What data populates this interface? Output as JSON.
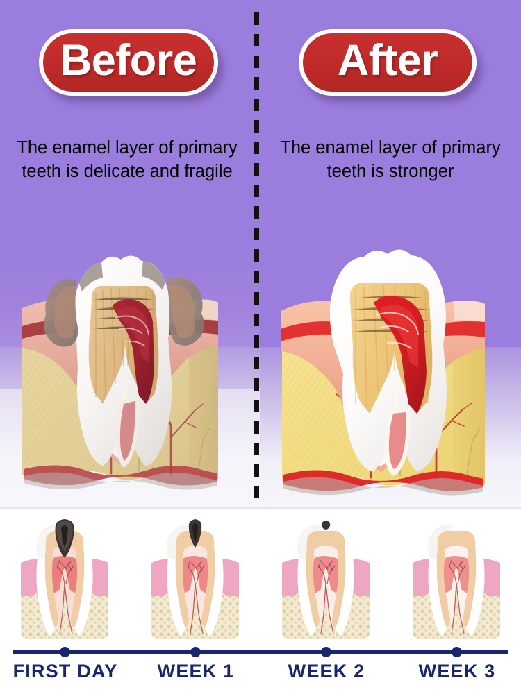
{
  "colors": {
    "background_purple": "#9A7DDD",
    "badge_red": "#BF2A29",
    "badge_border": "#FFFFFF",
    "caption_text": "#000000",
    "timeline_navy": "#17266F",
    "strip_background": "#FFFFFF",
    "enamel_white": "#FFFFFF",
    "dentin_tan": "#E3C08C",
    "pulp_red": "#B32736",
    "bone_yellow": "#E8D79A",
    "gum_pink": "#EFAFA0",
    "decay_grey": "#8A7A72"
  },
  "divider": {
    "name": "vertical-dashed-divider",
    "style": "dashed",
    "color": "#111111",
    "orientation": "vertical"
  },
  "comparison": {
    "panels": [
      {
        "id": "before",
        "badge_label": "Before",
        "caption": "The enamel layer of primary teeth is delicate and fragile",
        "caption_line_1": "The enamel layer of primary",
        "caption_line_2": "teeth is delicate and fragile",
        "illustration": "tooth-cross-section-damaged",
        "illustration_alt": "Anatomical cross-section of a molar with eroded, chipped enamel and exposed decayed surfaces in gum and bone"
      },
      {
        "id": "after",
        "badge_label": "After",
        "caption": "The enamel layer of primary teeth is stronger",
        "caption_line_1": "The enamel layer of primary",
        "caption_line_2": "teeth is stronger",
        "illustration": "tooth-cross-section-healthy",
        "illustration_alt": "Anatomical cross-section of a molar with smooth intact white enamel set in healthy gum and bone"
      }
    ]
  },
  "timeline": {
    "name": "treatment-progress-timeline",
    "steps": [
      {
        "label": "FIRST DAY",
        "tooth_state": "large-dark-cavity",
        "cavity_size": "large"
      },
      {
        "label": "WEEK 1",
        "tooth_state": "reduced-cavity",
        "cavity_size": "medium"
      },
      {
        "label": "WEEK 2",
        "tooth_state": "small-spot",
        "cavity_size": "small"
      },
      {
        "label": "WEEK 3",
        "tooth_state": "no-cavity",
        "cavity_size": "none"
      }
    ]
  }
}
